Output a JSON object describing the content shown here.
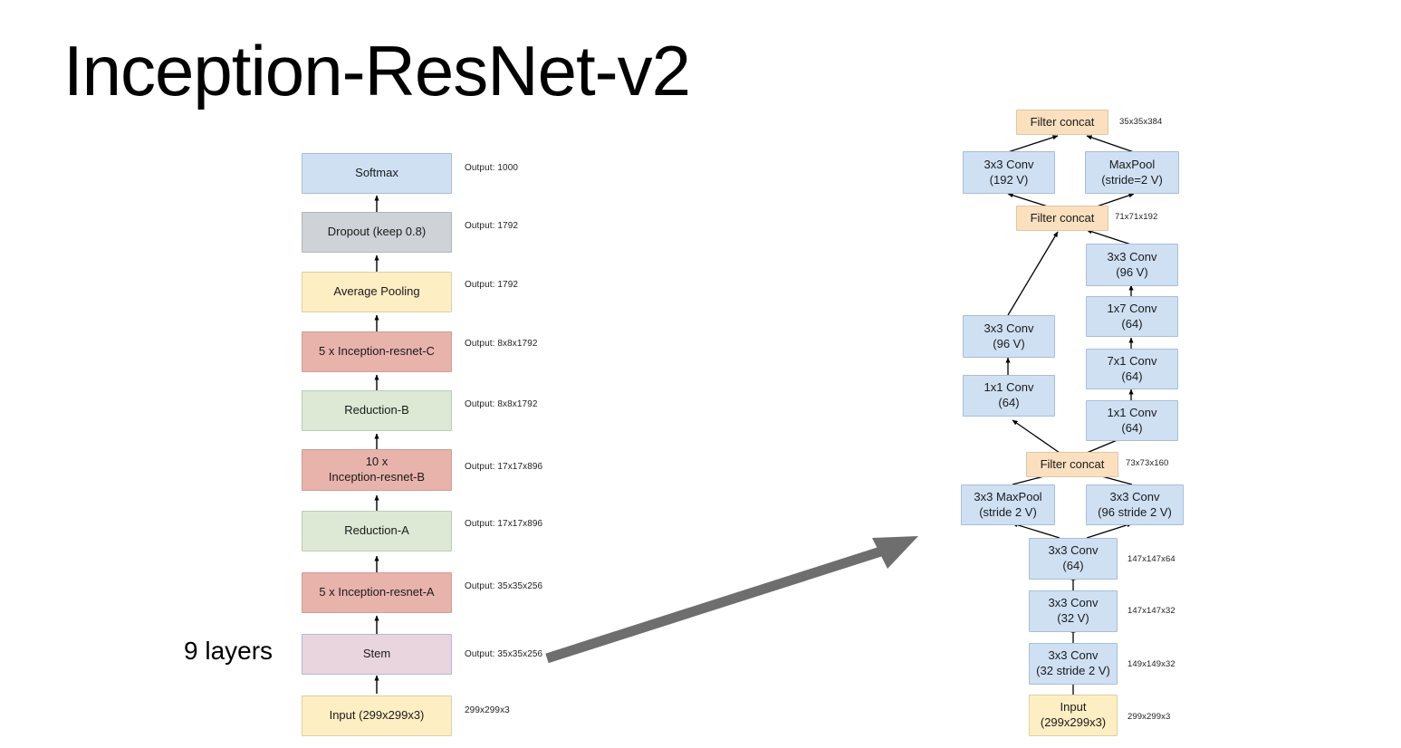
{
  "slide": {
    "title": "Inception-ResNet-v2",
    "annotation_nine_layers": "9 layers"
  },
  "overview_diagram": {
    "name": "inception-resnet-v2-overview",
    "nodes": [
      {
        "label": "Softmax",
        "color": "blue",
        "side_label": "Output: 1000"
      },
      {
        "label": "Dropout (keep 0.8)",
        "color": "gray",
        "side_label": "Output: 1792"
      },
      {
        "label": "Average Pooling",
        "color": "yellow",
        "side_label": "Output: 1792"
      },
      {
        "label": "5 x Inception-resnet-C",
        "color": "salmon",
        "side_label": "Output: 8x8x1792"
      },
      {
        "label": "Reduction-B",
        "color": "green",
        "side_label": "Output: 8x8x1792"
      },
      {
        "label": "10 x\nInception-resnet-B",
        "color": "salmon",
        "side_label": "Output: 17x17x896"
      },
      {
        "label": "Reduction-A",
        "color": "green",
        "side_label": "Output: 17x17x896"
      },
      {
        "label": "5 x Inception-resnet-A",
        "color": "salmon",
        "side_label": "Output: 35x35x256"
      },
      {
        "label": "Stem",
        "color": "purple",
        "side_label": "Output: 35x35x256"
      },
      {
        "label": "Input (299x299x3)",
        "color": "yellow",
        "side_label": "299x299x3"
      }
    ]
  },
  "stem_diagram": {
    "name": "stem-detail",
    "nodes": [
      {
        "id": "filter-concat-35",
        "label": "Filter concat",
        "color": "peach",
        "side_label": "35x35x384"
      },
      {
        "id": "conv-3x3-192",
        "label": "3x3 Conv\n(192 V)",
        "color": "blue",
        "side_label": ""
      },
      {
        "id": "maxpool-stride2",
        "label": "MaxPool\n(stride=2 V)",
        "color": "blue",
        "side_label": ""
      },
      {
        "id": "filter-concat-71",
        "label": "Filter concat",
        "color": "peach",
        "side_label": "71x71x192"
      },
      {
        "id": "conv-3x3-96v-r",
        "label": "3x3 Conv\n(96 V)",
        "color": "blue",
        "side_label": ""
      },
      {
        "id": "conv-1x7-64",
        "label": "1x7 Conv\n(64)",
        "color": "blue",
        "side_label": ""
      },
      {
        "id": "conv-7x1-64",
        "label": "7x1 Conv\n(64)",
        "color": "blue",
        "side_label": ""
      },
      {
        "id": "conv-1x1-64-r",
        "label": "1x1 Conv\n(64)",
        "color": "blue",
        "side_label": ""
      },
      {
        "id": "conv-3x3-96v-l",
        "label": "3x3 Conv\n(96 V)",
        "color": "blue",
        "side_label": ""
      },
      {
        "id": "conv-1x1-64-l",
        "label": "1x1 Conv\n(64)",
        "color": "blue",
        "side_label": ""
      },
      {
        "id": "filter-concat-73",
        "label": "Filter concat",
        "color": "peach",
        "side_label": "73x73x160"
      },
      {
        "id": "maxpool-3x3",
        "label": "3x3 MaxPool\n(stride 2 V)",
        "color": "blue",
        "side_label": ""
      },
      {
        "id": "conv-3x3-96s2",
        "label": "3x3 Conv\n(96 stride 2 V)",
        "color": "blue",
        "side_label": ""
      },
      {
        "id": "conv-3x3-64",
        "label": "3x3 Conv\n(64)",
        "color": "blue",
        "side_label": "147x147x64"
      },
      {
        "id": "conv-3x3-32v",
        "label": "3x3 Conv\n(32 V)",
        "color": "blue",
        "side_label": "147x147x32"
      },
      {
        "id": "conv-3x3-32s2",
        "label": "3x3 Conv\n(32 stride 2 V)",
        "color": "blue",
        "side_label": "149x149x32"
      },
      {
        "id": "stem-input",
        "label": "Input\n(299x299x3)",
        "color": "yellow",
        "side_label": "299x299x3"
      }
    ]
  },
  "colors": {
    "blue": "#cfe0f3",
    "gray": "#cfd2d6",
    "yellow": "#fdeec3",
    "salmon": "#e8b3ab",
    "green": "#dde9d4",
    "purple": "#e9d5de",
    "peach": "#fbe0c0",
    "arrow_gray": "#6e6e6e",
    "connector": "#000000"
  }
}
